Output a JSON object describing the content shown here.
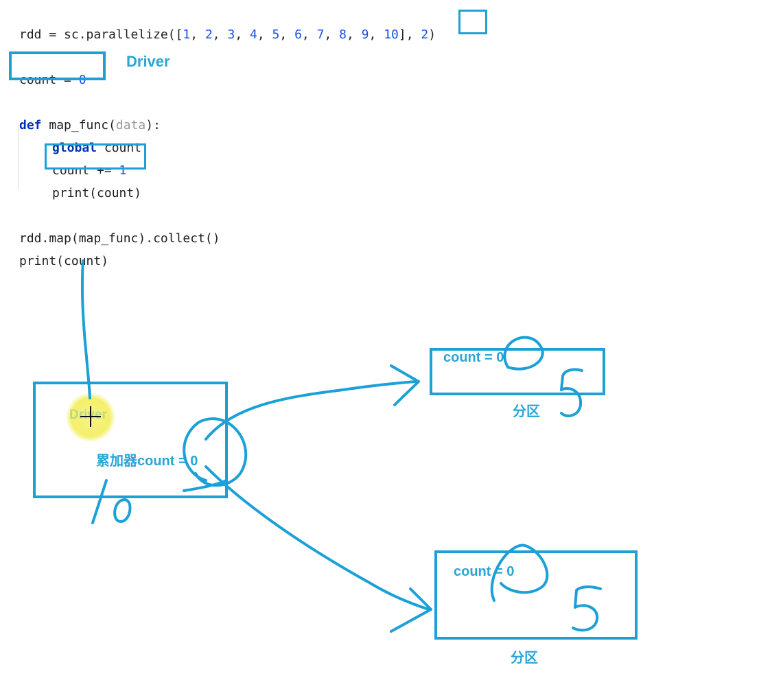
{
  "code": {
    "line1": {
      "prefix": "rdd = sc.parallelize([",
      "nums": [
        "1",
        "2",
        "3",
        "4",
        "5",
        "6",
        "7",
        "8",
        "9",
        "10"
      ],
      "mid": "], ",
      "partitions": "2",
      "suffix": ")"
    },
    "line2": {
      "name": "count",
      "eq": " = ",
      "value": "0"
    },
    "line3": {
      "kw": "def",
      "name": " map_func(",
      "param": "data",
      "end": "):"
    },
    "line4": {
      "kw": "global",
      "rest": " count"
    },
    "line5": {
      "text": "count += ",
      "value": "1"
    },
    "line6": {
      "text": "print(count)"
    },
    "line7": {
      "text": "rdd.map(map_func).collect()"
    },
    "line8": {
      "text": "print(count)"
    }
  },
  "annotations": {
    "driver_label": "Driver",
    "driver_box_label": "Driver",
    "accumulator": "累加器count = 0",
    "partition1_count": "count = 0",
    "partition1_label": "分区",
    "partition2_count": "count = 0",
    "partition2_label": "分区"
  },
  "handwritten": {
    "partition1_total": "5",
    "partition2_total": "5",
    "driver_total": "10"
  },
  "colors": {
    "annotation": "#2aa5d6",
    "box_border": "#1e9fd6",
    "ink": "#1ba0d8"
  }
}
